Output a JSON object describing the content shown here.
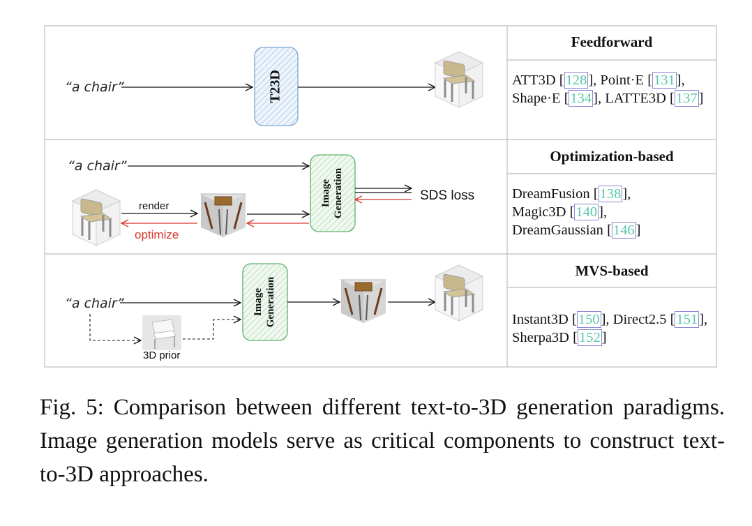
{
  "figure": {
    "rows": [
      {
        "heading": "Feedforward",
        "methods": [
          {
            "name": "ATT3D",
            "ref": "128",
            "sep": ", "
          },
          {
            "name": "Point·E",
            "ref": "131",
            "sep": ", "
          },
          {
            "name": "Shape·E",
            "ref": "134",
            "sep": ", "
          },
          {
            "name": "LATTE3D",
            "ref": "137",
            "sep": ""
          }
        ]
      },
      {
        "heading": "Optimization-based",
        "methods": [
          {
            "name": "DreamFusion",
            "ref": "138",
            "sep": ", "
          },
          {
            "name": "Magic3D",
            "ref": "140",
            "sep": ", "
          },
          {
            "name": "DreamGaussian",
            "ref": "146",
            "sep": ""
          }
        ]
      },
      {
        "heading": "MVS-based",
        "methods": [
          {
            "name": "Instant3D",
            "ref": "150",
            "sep": ", "
          },
          {
            "name": "Direct2.5",
            "ref": "151",
            "sep": ", "
          },
          {
            "name": "Sherpa3D",
            "ref": "152",
            "sep": ""
          }
        ]
      }
    ],
    "diagram_labels": {
      "prompt": "“a chair”",
      "t23d": "T23D",
      "image_generation_line1": "Image",
      "image_generation_line2": "Generation",
      "render": "render",
      "optimize": "optimize",
      "sds_loss": "SDS loss",
      "prior": "3D prior"
    },
    "colors": {
      "t23d_box": "#7aa6d6",
      "image_gen_box": "#5fb06a",
      "optimize_arrow": "#d9362b",
      "reference_text": "#58c6a8"
    }
  },
  "caption": "Fig. 5: Comparison between different text-to-3D generation paradigms. Image generation models serve as critical components to construct text-to-3D approaches."
}
